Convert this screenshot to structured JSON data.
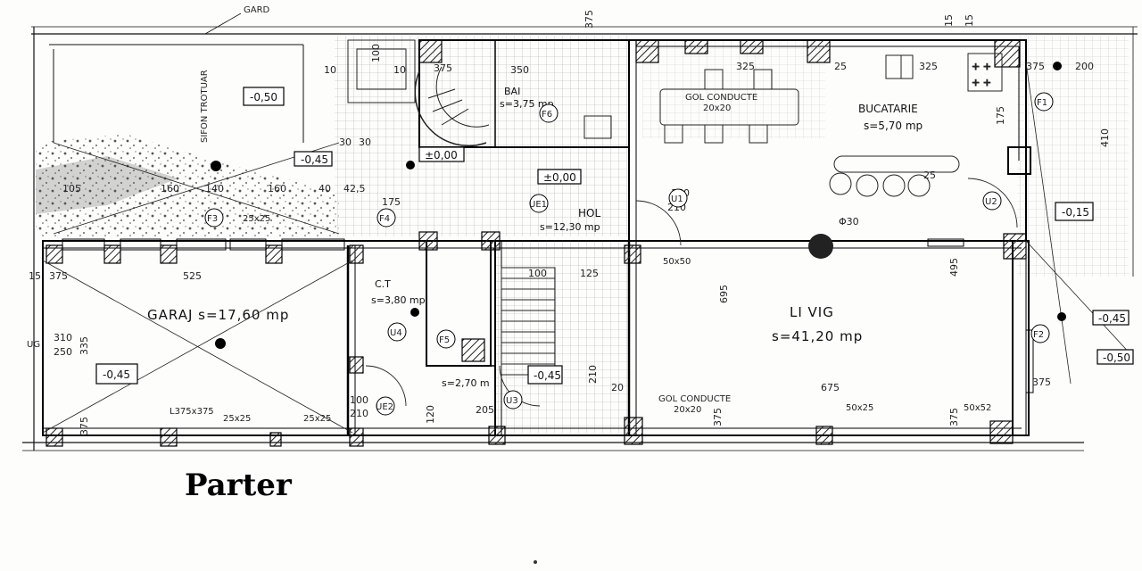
{
  "caption": "Parter",
  "rooms": {
    "garaj": "GARAJ  s=17,60 mp",
    "living_name": "LI VIG",
    "living_area": "s=41,20 mp",
    "bucatarie_name": "BUCATARIE",
    "bucatarie_area": "s=5,70 mp",
    "hol_name": "HOL",
    "hol_area": "s=12,30 mp",
    "bai_name": "BAI",
    "bai_area": "s=3,75 mp",
    "ct_name": "C.T",
    "ct_area": "s=3,80 mp",
    "small_area": "s=2,70 m"
  },
  "labels": {
    "gard": "GARD",
    "trotuar": "SIFON TROTUAR",
    "gol_conducte_top": "GOL CONDUCTE",
    "gol_conducte_top_size": "20x20",
    "gol_conducte_bottom": "GOL CONDUCTE",
    "gol_conducte_bottom_size": "20x20",
    "diameter": "Φ30",
    "ug": "UG"
  },
  "levels": {
    "garden": "-0,50",
    "terrace_left": "-0,45",
    "hall": "±0,00",
    "hall2": "±0,00",
    "garage": "-0,45",
    "ct_floor": "-0,45",
    "right_terrace": "-0,15",
    "right_side_1": "-0,45",
    "right_side_2": "-0,50"
  },
  "dimensions": {
    "top_375": "375",
    "top_15a": "15",
    "top_15b": "15",
    "d100": "100",
    "d10a": "10",
    "d10b": "10",
    "d350": "350",
    "d375_bai": "375",
    "d325a": "325",
    "d325b": "325",
    "d25a": "25",
    "d25b": "25",
    "d200": "200",
    "d375_r": "375",
    "d175": "175",
    "d410": "410",
    "d30a": "30",
    "d30b": "30",
    "d105": "105",
    "d160a": "160",
    "d160b": "160",
    "d140": "140",
    "d40": "40",
    "d425": "42,5",
    "d175b": "175",
    "d150": "150",
    "d210": "210",
    "d695": "695",
    "d495": "495",
    "d675": "675",
    "d525": "525",
    "d15": "15",
    "d375_l": "375",
    "d310": "310",
    "d250": "250",
    "d335": "335",
    "d125": "125",
    "d100b": "100",
    "d20": "20",
    "d210b": "210",
    "d375_b1": "375",
    "d375_b2": "375",
    "d375_b3": "375",
    "d375_b4": "375",
    "d205": "205",
    "d120": "120",
    "d100c": "100",
    "d210c": "210",
    "s25x25a": "25x25",
    "s25x25b": "25x25",
    "s25x25c": "25x25",
    "s50x50": "50x50",
    "s50x25": "50x25",
    "s50x52": "50x52",
    "s375x375": "L375x375"
  },
  "markers": {
    "f1": "F1",
    "f2": "F2",
    "f3": "F3",
    "f4": "F4",
    "f5": "F5",
    "f6": "F6",
    "u1": "U1",
    "u2": "U2",
    "u3": "U3",
    "u4": "U4",
    "ue1": "UE1",
    "ue2": "UE2"
  }
}
